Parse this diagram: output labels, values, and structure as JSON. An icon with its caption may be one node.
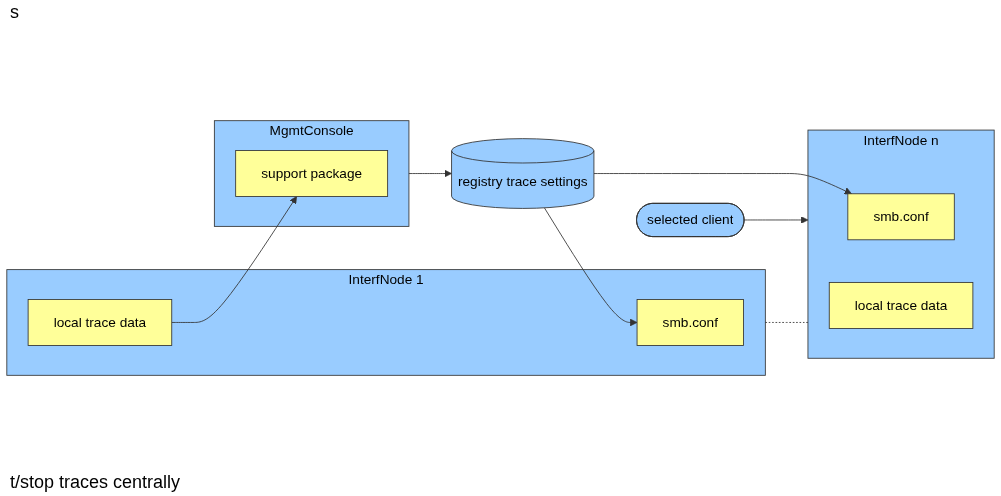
{
  "diagram": {
    "nodes": [
      {
        "text": [
          "MgmtConsole"
        ]
      },
      {
        "text": [
          "support package"
        ],
        "in": 0
      },
      {
        "text": [
          "InterfNode 1"
        ]
      },
      {
        "text": [
          "smb.conf"
        ],
        "in": 2
      },
      {
        "text": [
          "local trace data"
        ],
        "in": 2
      },
      {
        "text": [
          "selected client"
        ]
      },
      {
        "text": [
          "InterfNode n"
        ]
      },
      {
        "text": [
          "smb.conf"
        ],
        "in": 6
      },
      {
        "text": [
          "local trace data"
        ],
        "in": 6
      },
      {
        "text": [
          "registry trace settings"
        ]
      }
    ],
    "edges": [
      {
        "from": 4,
        "to": 1,
        "arrow": "to"
      },
      {
        "from": 9,
        "to": 3,
        "arrow": "to"
      },
      {
        "from": 9,
        "to": 7,
        "arrow": "to"
      },
      {
        "from": 5,
        "to": 6,
        "arrow": "to"
      },
      {
        "from": 0,
        "to": 9,
        "arrow": "to"
      },
      {
        "from": 2,
        "to": 6,
        "arrow": "none",
        "style": "dashed"
      }
    ],
    "labels": [
      "s",
      "t/stop traces centrally"
    ]
  }
}
